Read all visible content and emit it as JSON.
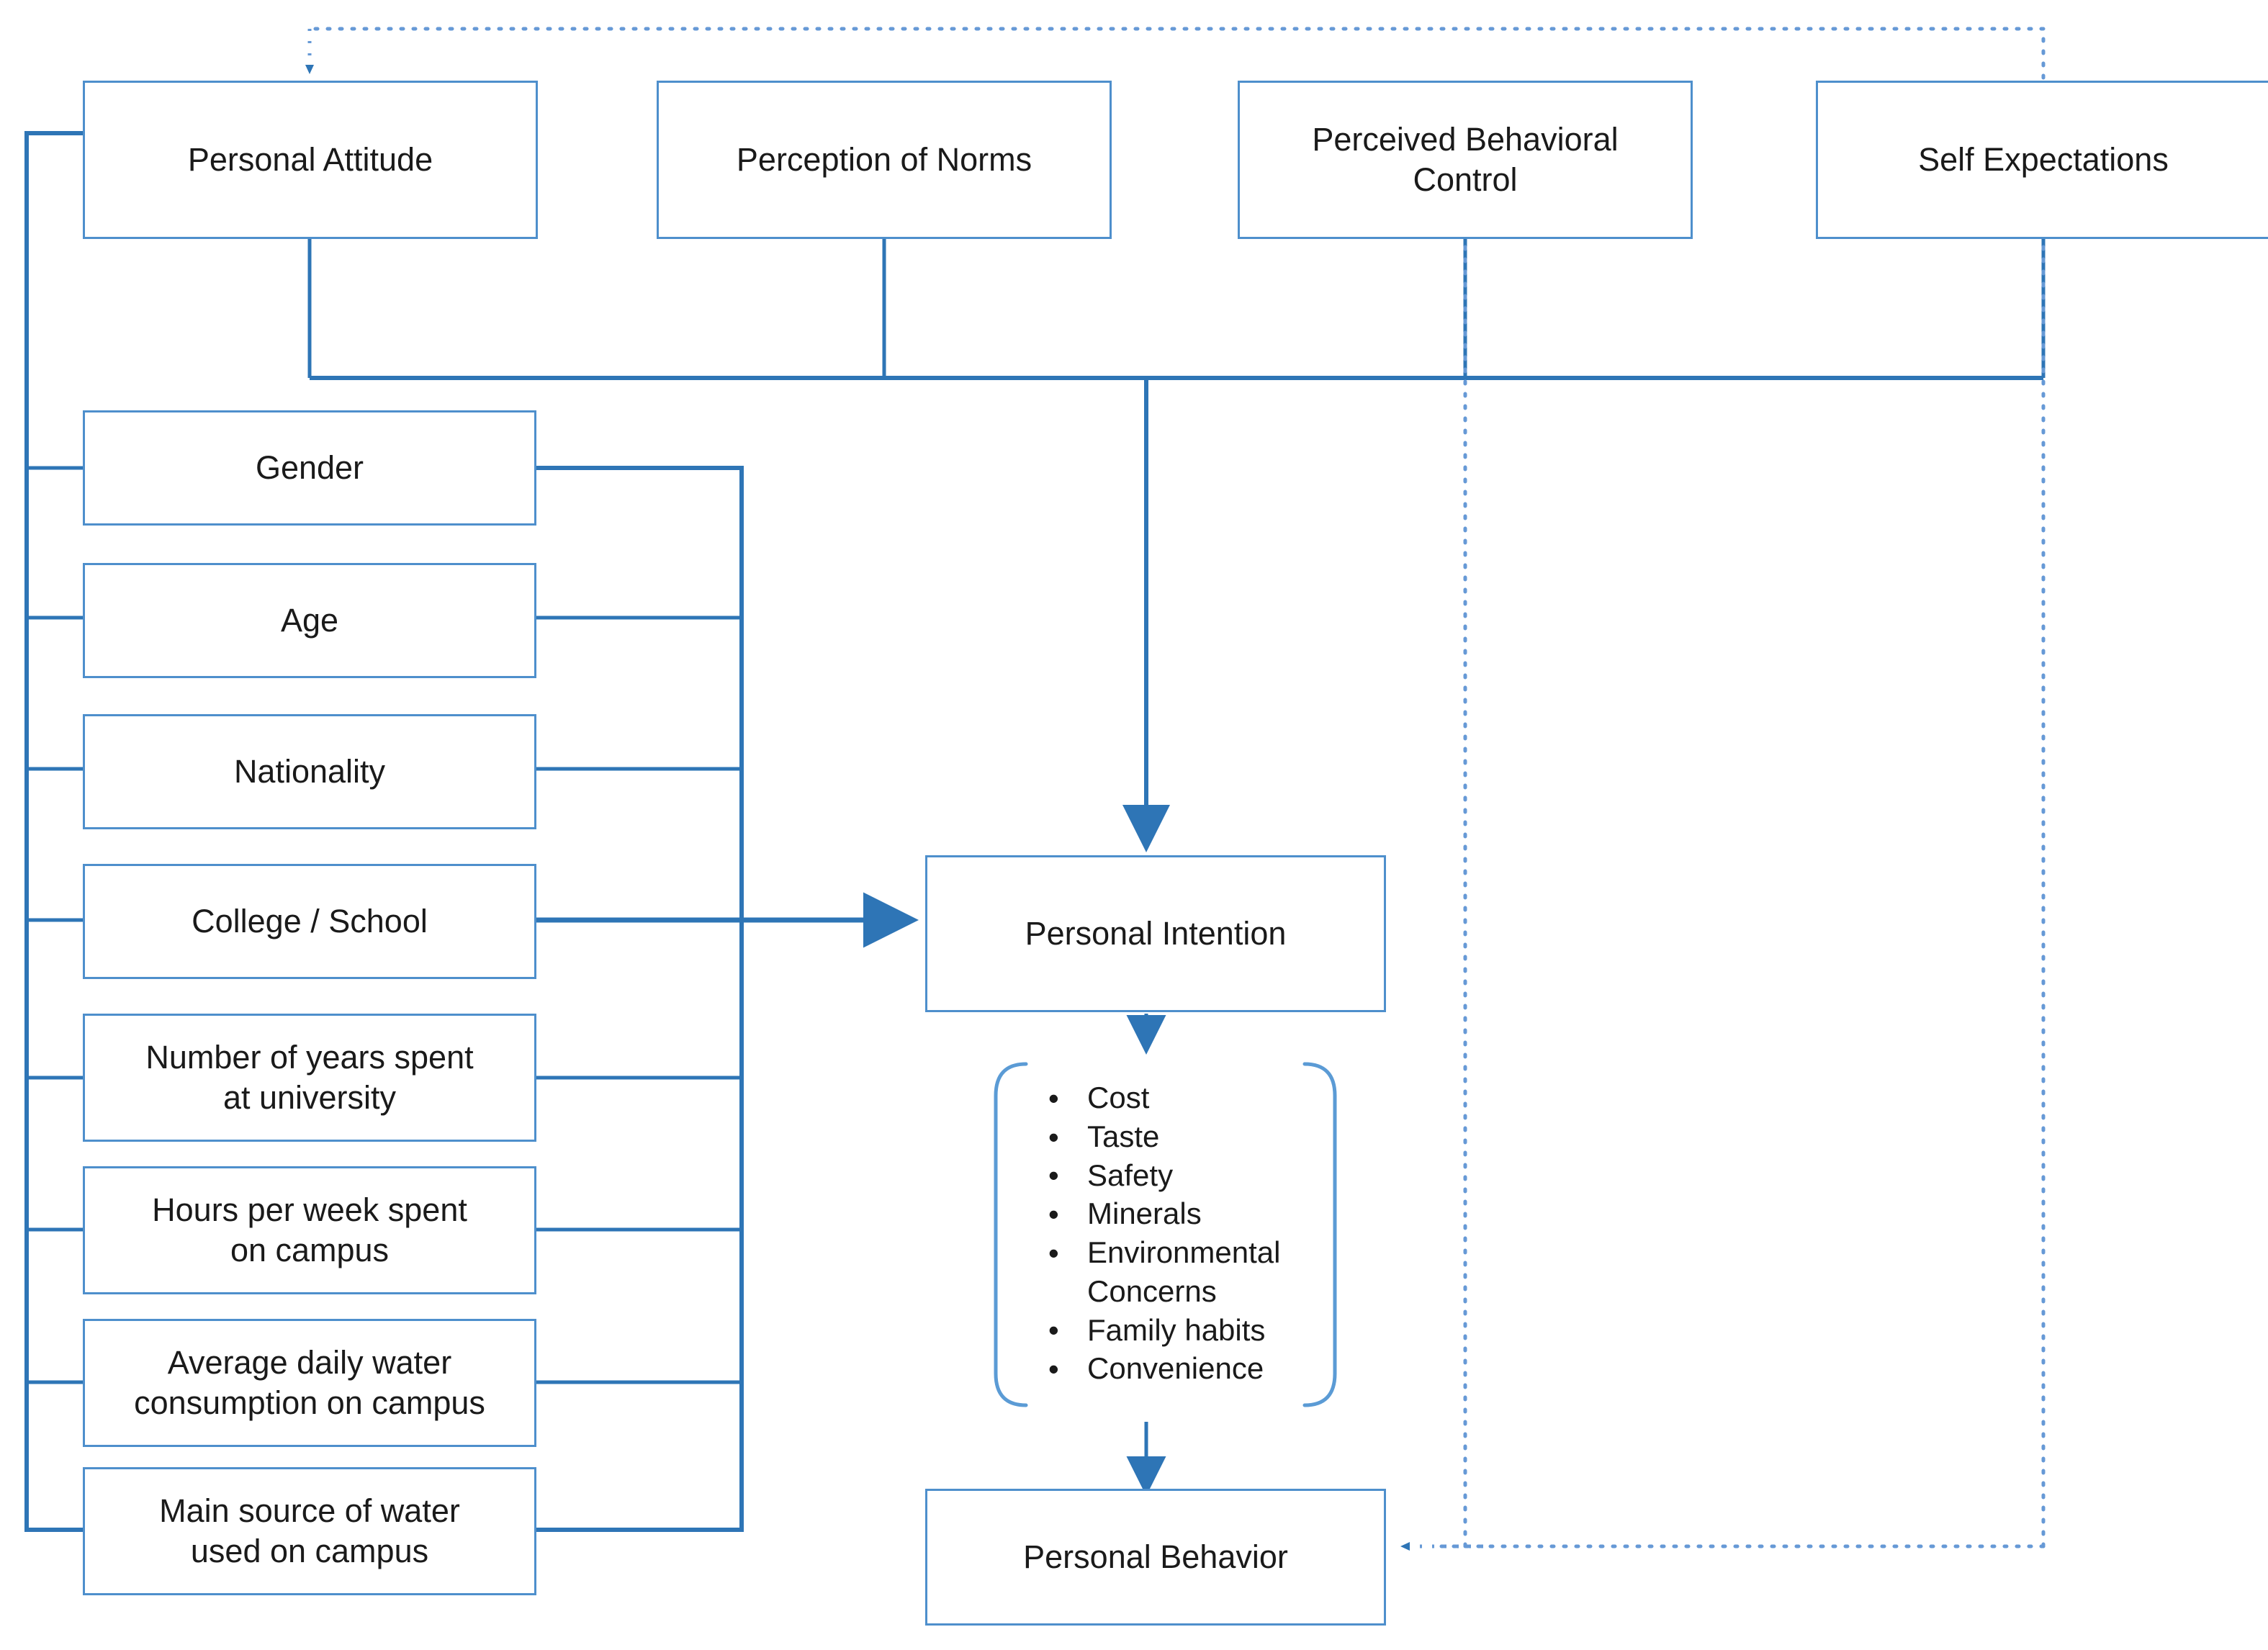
{
  "diagram": {
    "type": "flowchart",
    "colors": {
      "box_border": "#4E8FCC",
      "solid_connector": "#2E75B6",
      "dotted_connector": "#6699D6",
      "bracket": "#5B9BD5",
      "background": "#FFFFFF",
      "text": "#1A1A1A"
    },
    "determinants": [
      {
        "id": "personal-attitude",
        "label": "Personal Attitude"
      },
      {
        "id": "perception-of-norms",
        "label": "Perception of Norms"
      },
      {
        "id": "perceived-behavioral-control",
        "label": "Perceived Behavioral\nControl"
      },
      {
        "id": "self-expectations",
        "label": "Self Expectations"
      }
    ],
    "demographics": [
      {
        "id": "gender",
        "label": "Gender"
      },
      {
        "id": "age",
        "label": "Age"
      },
      {
        "id": "nationality",
        "label": "Nationality"
      },
      {
        "id": "college-school",
        "label": "College / School"
      },
      {
        "id": "years-at-university",
        "label": "Number of years spent\nat university"
      },
      {
        "id": "hours-per-week-on-campus",
        "label": "Hours per week spent\non campus"
      },
      {
        "id": "avg-daily-water-consumption",
        "label": "Average daily water\nconsumption on campus"
      },
      {
        "id": "main-source-of-water",
        "label": "Main source of water\nused on campus"
      }
    ],
    "outcomes": {
      "intention": {
        "id": "personal-intention",
        "label": "Personal Intention"
      },
      "behavior": {
        "id": "personal-behavior",
        "label": "Personal Behavior"
      }
    },
    "factors": {
      "bullet_glyph": "•",
      "items": [
        "Cost",
        "Taste",
        "Safety",
        "Minerals",
        "Environmental Concerns",
        "Family habits",
        "Convenience"
      ]
    }
  }
}
